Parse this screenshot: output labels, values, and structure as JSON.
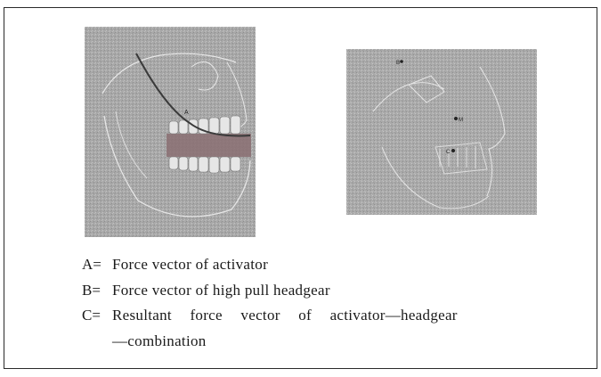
{
  "figure": {
    "left_panel_labels": {
      "a": "A"
    },
    "right_panel_labels": {
      "m": "M",
      "c": "C",
      "b": "B"
    }
  },
  "legend": [
    {
      "term": "A",
      "sep": "=",
      "definition": "Force vector of activator"
    },
    {
      "term": "B",
      "sep": "=",
      "definition": "Force vector of high pull headgear"
    },
    {
      "term": "C",
      "sep": "=",
      "definition": "Resultant force vector of activator—headgear"
    }
  ],
  "legend_continuation": "—combination",
  "colors": {
    "photo_bg": "#a9a9a9",
    "line": "#333333",
    "dentition_band": "#8a6f72"
  }
}
